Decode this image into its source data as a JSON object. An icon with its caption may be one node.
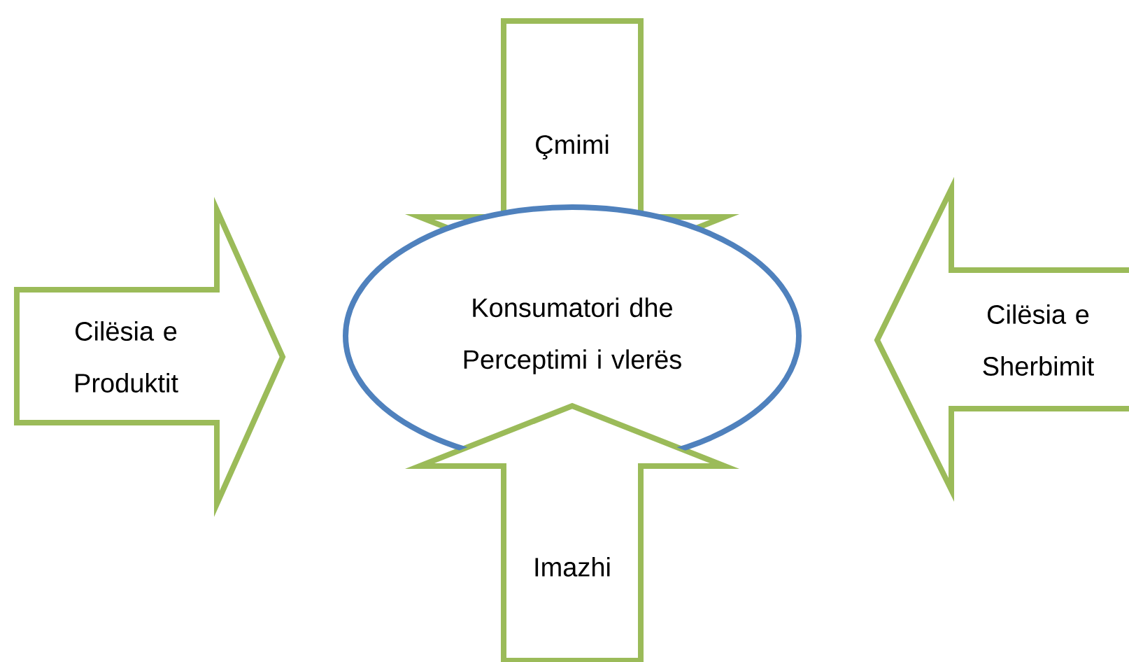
{
  "diagram": {
    "nodes": [
      {
        "text": [
          "Çmimi"
        ]
      },
      {
        "text": [
          "Cilësia e Produktit"
        ]
      },
      {
        "text": [
          "Konsumatori dhe Perceptimi i vlerës"
        ]
      },
      {
        "text": [
          "Cilësia e Sherbimit"
        ]
      },
      {
        "text": [
          "Imazhi"
        ]
      }
    ]
  }
}
